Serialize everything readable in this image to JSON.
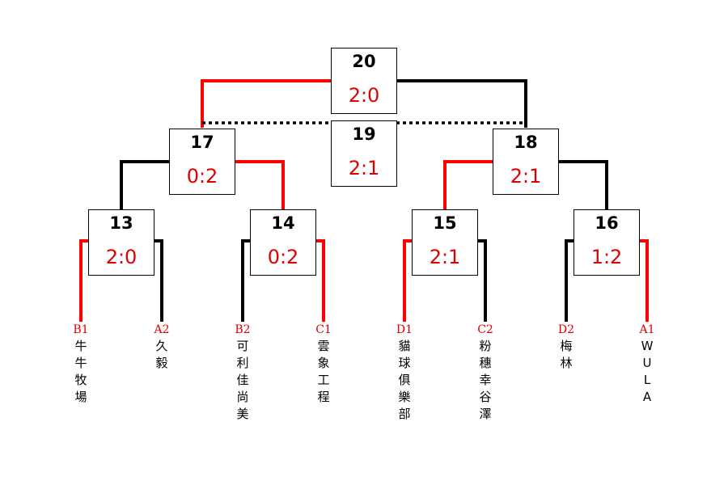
{
  "colors": {
    "winner_line": "#ff0000",
    "loser_line": "#000000",
    "score": "#e00000"
  },
  "matches": {
    "m13": {
      "number": "13",
      "score": "2:0"
    },
    "m14": {
      "number": "14",
      "score": "0:2"
    },
    "m15": {
      "number": "15",
      "score": "2:1"
    },
    "m16": {
      "number": "16",
      "score": "1:2"
    },
    "m17": {
      "number": "17",
      "score": "0:2"
    },
    "m18": {
      "number": "18",
      "score": "2:1"
    },
    "m19": {
      "number": "19",
      "score": "2:1"
    },
    "m20": {
      "number": "20",
      "score": "2:0"
    }
  },
  "teams": [
    {
      "seed": "B1",
      "name": "牛牛牧場"
    },
    {
      "seed": "A2",
      "name": "久毅"
    },
    {
      "seed": "B2",
      "name": "可利佳尚美"
    },
    {
      "seed": "C1",
      "name": "雲象工程"
    },
    {
      "seed": "D1",
      "name": "貓球俱樂部"
    },
    {
      "seed": "C2",
      "name": "粉穗幸谷澤"
    },
    {
      "seed": "D2",
      "name": "梅林"
    },
    {
      "seed": "A1",
      "name": "WULA"
    }
  ]
}
